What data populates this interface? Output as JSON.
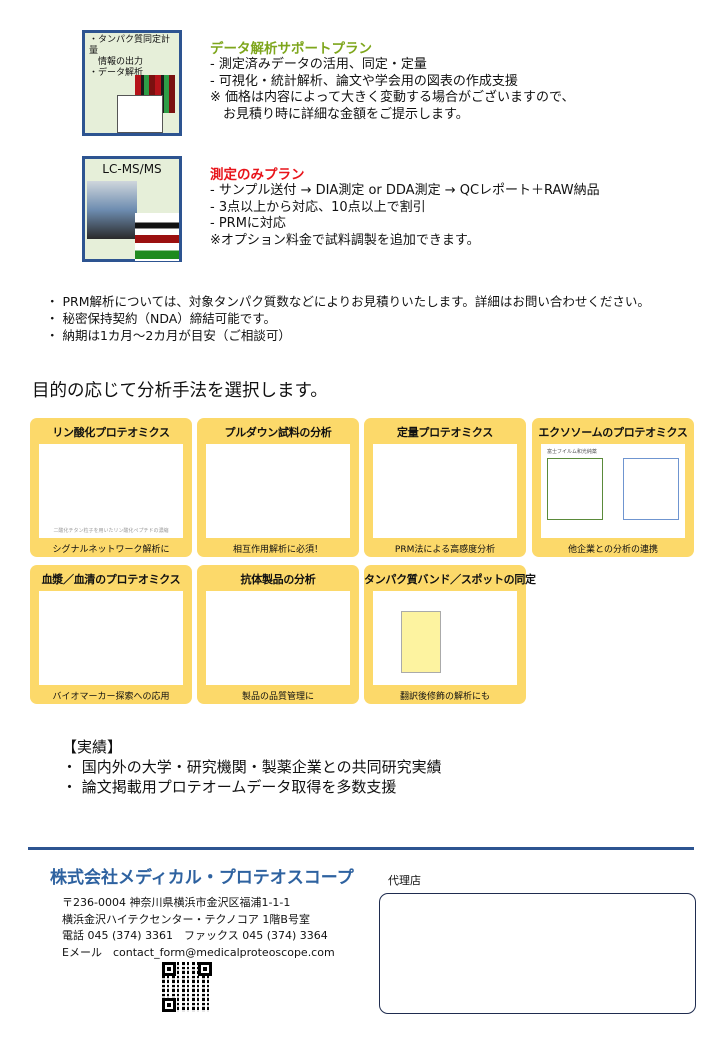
{
  "plans": [
    {
      "thumb_lines": [
        "・タンパク質同定計量",
        "　情報の出力",
        "・データ解析"
      ],
      "title": "データ解析サポートプラン",
      "title_color": "#7ea61c",
      "lines": [
        "- 測定済みデータの活用、同定・定量",
        "- 可視化・統計解析、論文や学会用の図表の作成支援",
        "※ 価格は内容によって大きく変動する場合がございますので、",
        "　お見積り時に詳細な金額をご提示します。"
      ]
    },
    {
      "thumb_lines": [
        "LC-MS/MS"
      ],
      "title": "測定のみプラン",
      "title_color": "#e8141b",
      "lines": [
        "- サンプル送付 → DIA測定 or DDA測定 → QCレポート＋RAW納品",
        "- 3点以上から対応、10点以上で割引",
        "- PRMに対応",
        "※オプション料金で試料調製を追加できます。"
      ]
    }
  ],
  "notes": [
    "・ PRM解析については、対象タンパク質数などによりお見積りいたします。詳細はお問い合わせください。",
    "・ 秘密保持契約（NDA）締結可能です。",
    "・ 納期は1カ月～2カ月が目安（ご相談可）"
  ],
  "section_title": "目的の応じて分析手法を選択します。",
  "cards": [
    {
      "title": "リン酸化プロテオミクス",
      "caption": "シグナルネットワーク解析に",
      "figure_note": "二酸化チタン粒子を用いたリン酸化ペプチドの濃縮"
    },
    {
      "title": "プルダウン試料の分析",
      "caption": "相互作用解析に必須！"
    },
    {
      "title": "定量プロテオミクス",
      "caption": "PRM法による高感度分析"
    },
    {
      "title": "エクソソームのプロテオミクス",
      "caption": "他企業との分析の連携",
      "figure_note": "富士フイルム和光純薬"
    },
    {
      "title": "血漿／血清のプロテオミクス",
      "caption": "バイオマーカー探索への応用"
    },
    {
      "title": "抗体製品の分析",
      "caption": "製品の品質管理に"
    },
    {
      "title": "タンパク質バンド／スポットの同定",
      "caption": "翻訳後修飾の解析にも"
    }
  ],
  "results": {
    "heading": "【実績】",
    "items": [
      "・ 国内外の大学・研究機関・製薬企業との共同研究実績",
      "・ 論文掲載用プロテオームデータ取得を多数支援"
    ]
  },
  "footer": {
    "company": "株式会社メディカル・プロテオスコープ",
    "address": [
      "〒236-0004 神奈川県横浜市金沢区福浦1-1-1",
      "横浜金沢ハイテクセンター・テクノコア 1階B号室",
      "電話 045 (374) 3361　ファックス 045 (374) 3364",
      "Eメール　contact_form@medicalproteoscope.com"
    ],
    "agent_label": "代理店"
  },
  "colors": {
    "card": "#fcd96a",
    "brand": "#2e62a0",
    "border": "#2d5491"
  }
}
